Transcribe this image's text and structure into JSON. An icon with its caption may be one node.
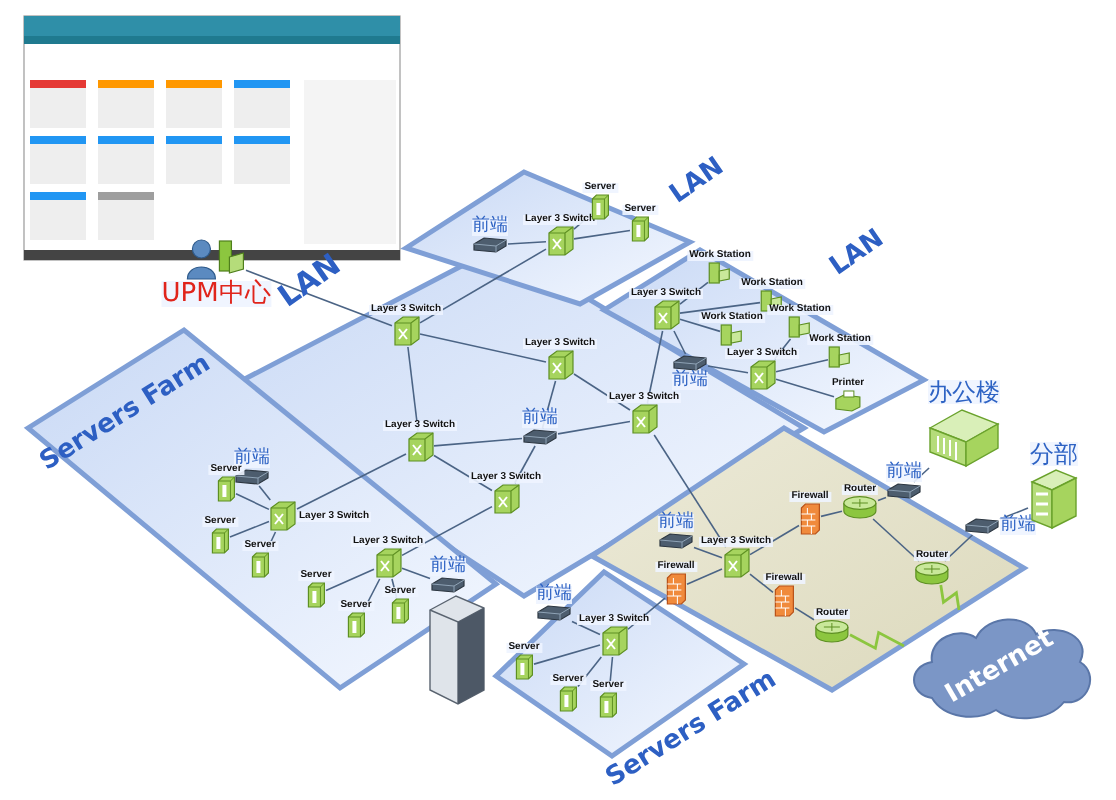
{
  "diagram": {
    "nodes": [
      {
        "text": [
          "UPM中心"
        ]
      },
      {
        "text": [
          "前端"
        ]
      },
      {
        "text": [
          "Layer 3 Switch"
        ]
      },
      {
        "text": [
          "Server"
        ]
      },
      {
        "text": [
          "Server"
        ]
      },
      {
        "text": [
          "Layer 3 Switch"
        ]
      },
      {
        "text": [
          "Layer 3 Switch"
        ]
      },
      {
        "text": [
          "Layer 3 Switch"
        ]
      },
      {
        "text": [
          "Work Station"
        ]
      },
      {
        "text": [
          "Work Station"
        ]
      },
      {
        "text": [
          "Work Station"
        ]
      },
      {
        "text": [
          "Work Station"
        ]
      },
      {
        "text": [
          "Work Station"
        ]
      },
      {
        "text": [
          "Layer 3 Switch"
        ]
      },
      {
        "text": [
          "Printer"
        ]
      },
      {
        "text": [
          "前端"
        ]
      },
      {
        "text": [
          "Layer 3 Switch"
        ]
      },
      {
        "text": [
          "前端"
        ]
      },
      {
        "text": [
          "Layer 3 Switch"
        ]
      },
      {
        "text": [
          "Layer 3 Switch"
        ]
      },
      {
        "text": [
          "前端"
        ]
      },
      {
        "text": [
          "Layer 3 Switch"
        ]
      },
      {
        "text": [
          "Server"
        ]
      },
      {
        "text": [
          "Server"
        ]
      },
      {
        "text": [
          "Server"
        ]
      },
      {
        "text": [
          "Layer 3 Switch"
        ]
      },
      {
        "text": [
          "Server"
        ]
      },
      {
        "text": [
          "Server"
        ]
      },
      {
        "text": [
          "Server"
        ]
      },
      {
        "text": [
          "前端"
        ]
      },
      {
        "text": [
          "前端"
        ]
      },
      {
        "text": [
          "Layer 3 Switch"
        ]
      },
      {
        "text": [
          "Firewall"
        ]
      },
      {
        "text": [
          "Router"
        ]
      },
      {
        "text": [
          "Router"
        ]
      },
      {
        "text": [
          "Firewall"
        ]
      },
      {
        "text": [
          "Router"
        ]
      },
      {
        "text": [
          "前端"
        ]
      },
      {
        "text": [
          "办公楼"
        ]
      },
      {
        "text": [
          "前端"
        ]
      },
      {
        "text": [
          "分部"
        ]
      },
      {
        "text": [
          "Internet"
        ]
      },
      {
        "text": [
          "前端"
        ]
      },
      {
        "text": [
          "Layer 3 Switch"
        ]
      },
      {
        "text": [
          "Server"
        ]
      },
      {
        "text": [
          "Server"
        ]
      },
      {
        "text": [
          "Server"
        ]
      },
      {
        "text": [
          "Firewall"
        ]
      }
    ],
    "edges": [
      {
        "from": 0,
        "to": 5,
        "arrow": "none"
      },
      {
        "from": 1,
        "to": 2,
        "arrow": "none"
      },
      {
        "from": 2,
        "to": 3,
        "arrow": "none"
      },
      {
        "from": 2,
        "to": 4,
        "arrow": "none"
      },
      {
        "from": 2,
        "to": 5,
        "arrow": "none"
      },
      {
        "from": 5,
        "to": 6,
        "arrow": "none"
      },
      {
        "from": 5,
        "to": 18,
        "arrow": "none"
      },
      {
        "from": 6,
        "to": 16,
        "arrow": "none"
      },
      {
        "from": 6,
        "to": 17,
        "arrow": "none"
      },
      {
        "from": 17,
        "to": 18,
        "arrow": "none"
      },
      {
        "from": 17,
        "to": 16,
        "arrow": "none"
      },
      {
        "from": 17,
        "to": 19,
        "arrow": "none"
      },
      {
        "from": 18,
        "to": 19,
        "arrow": "none"
      },
      {
        "from": 16,
        "to": 7,
        "arrow": "none"
      },
      {
        "from": 7,
        "to": 8,
        "arrow": "none"
      },
      {
        "from": 7,
        "to": 9,
        "arrow": "none"
      },
      {
        "from": 7,
        "to": 10,
        "arrow": "none"
      },
      {
        "from": 7,
        "to": 15,
        "arrow": "none"
      },
      {
        "from": 15,
        "to": 13,
        "arrow": "none"
      },
      {
        "from": 13,
        "to": 11,
        "arrow": "none"
      },
      {
        "from": 13,
        "to": 12,
        "arrow": "none"
      },
      {
        "from": 13,
        "to": 14,
        "arrow": "none"
      },
      {
        "from": 18,
        "to": 21,
        "arrow": "none"
      },
      {
        "from": 21,
        "to": 20,
        "arrow": "none"
      },
      {
        "from": 21,
        "to": 22,
        "arrow": "none"
      },
      {
        "from": 21,
        "to": 23,
        "arrow": "none"
      },
      {
        "from": 21,
        "to": 24,
        "arrow": "none"
      },
      {
        "from": 19,
        "to": 25,
        "arrow": "none"
      },
      {
        "from": 25,
        "to": 26,
        "arrow": "none"
      },
      {
        "from": 25,
        "to": 27,
        "arrow": "none"
      },
      {
        "from": 25,
        "to": 28,
        "arrow": "none"
      },
      {
        "from": 25,
        "to": 29,
        "arrow": "none"
      },
      {
        "from": 16,
        "to": 31,
        "arrow": "none"
      },
      {
        "from": 30,
        "to": 31,
        "arrow": "none"
      },
      {
        "from": 31,
        "to": 32,
        "arrow": "none"
      },
      {
        "from": 32,
        "to": 33,
        "arrow": "none"
      },
      {
        "from": 33,
        "to": 34,
        "arrow": "none"
      },
      {
        "from": 33,
        "to": 37,
        "arrow": "none"
      },
      {
        "from": 37,
        "to": 38,
        "arrow": "none"
      },
      {
        "from": 34,
        "to": 39,
        "arrow": "none"
      },
      {
        "from": 39,
        "to": 40,
        "arrow": "none"
      },
      {
        "from": 34,
        "to": 41,
        "arrow": "none",
        "color": "#8cc63f"
      },
      {
        "from": 31,
        "to": 35,
        "arrow": "none"
      },
      {
        "from": 35,
        "to": 36,
        "arrow": "none"
      },
      {
        "from": 36,
        "to": 41,
        "arrow": "none",
        "color": "#8cc63f"
      },
      {
        "from": 31,
        "to": 47,
        "arrow": "none"
      },
      {
        "from": 47,
        "to": 43,
        "arrow": "none"
      },
      {
        "from": 43,
        "to": 42,
        "arrow": "none"
      },
      {
        "from": 43,
        "to": 44,
        "arrow": "none"
      },
      {
        "from": 43,
        "to": 45,
        "arrow": "none"
      },
      {
        "from": 43,
        "to": 46,
        "arrow": "none"
      }
    ],
    "labels": [
      "LAN",
      "LAN",
      "LAN",
      "Servers Farm",
      "Servers Farm"
    ]
  }
}
